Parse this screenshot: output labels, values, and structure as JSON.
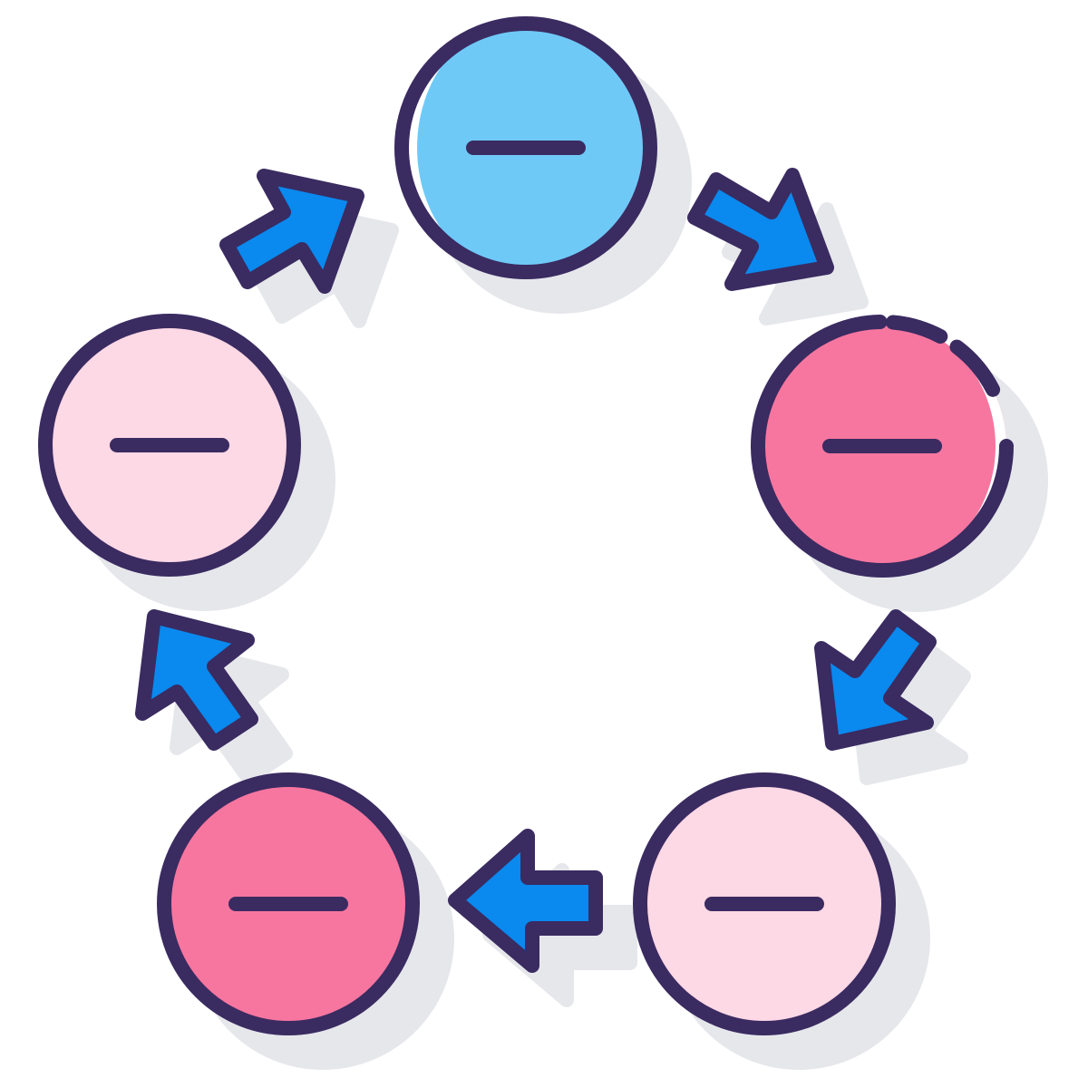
{
  "colors": {
    "outline": "#3a2b61",
    "shadow": "#e6e7eb",
    "arrow": "#0a89ee",
    "node_blue": "#6fc9f7",
    "node_pink_light": "#fdd8e5",
    "node_pink_dark": "#f7769f"
  },
  "nodes": [
    {
      "icon": "minus-icon",
      "fill": "node_blue"
    },
    {
      "icon": "minus-icon",
      "fill": "node_pink_dark"
    },
    {
      "icon": "minus-icon",
      "fill": "node_pink_light"
    },
    {
      "icon": "minus-icon",
      "fill": "node_pink_dark"
    },
    {
      "icon": "minus-icon",
      "fill": "node_pink_light"
    }
  ],
  "arrows": [
    "arrow-down-right-icon",
    "arrow-down-left-icon",
    "arrow-left-icon",
    "arrow-up-left-icon",
    "arrow-up-right-icon"
  ]
}
